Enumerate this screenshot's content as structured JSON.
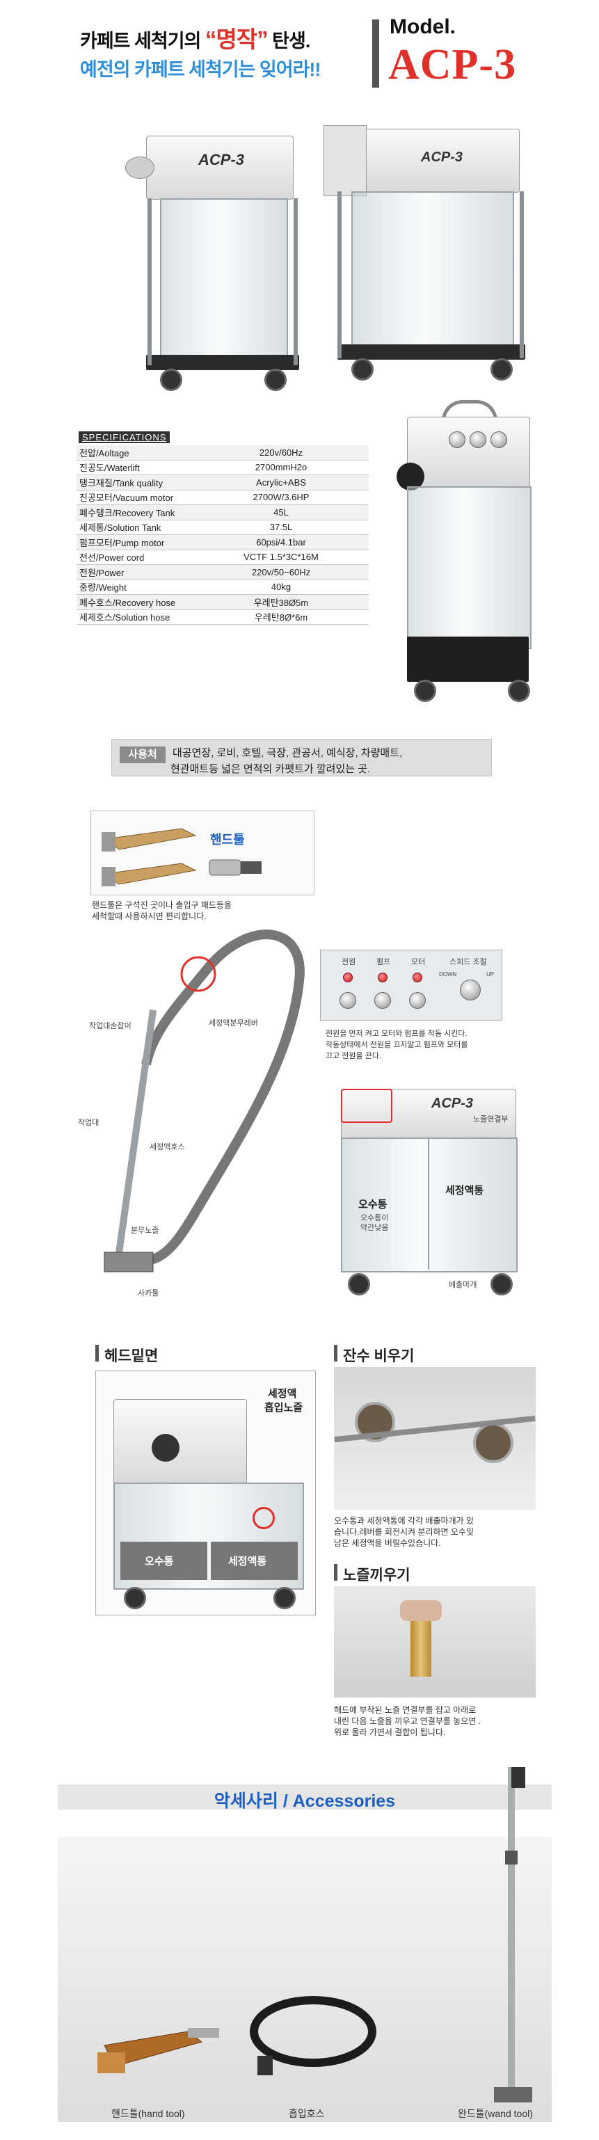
{
  "header": {
    "tagline_prefix": "카페트 세척기의",
    "tagline_highlight": "“명작”",
    "tagline_suffix": "탄생.",
    "tagline_line2": "예전의 카페트 세척기는 잊어라!!",
    "model_label": "Model.",
    "model_name": "ACP-3"
  },
  "machine_label": "ACP-3",
  "specs": {
    "title": "SPECIFICATIONS",
    "rows": [
      {
        "label": "전압/Aoltage",
        "value": "220v/60Hz"
      },
      {
        "label": "진공도/Waterlift",
        "value": "2700mmH2o"
      },
      {
        "label": "탱크재질/Tank   quality",
        "value": "Acrylic+ABS"
      },
      {
        "label": "진공모터/Vacuum   motor",
        "value": "2700W/3.6HP"
      },
      {
        "label": "폐수탱크/Recovery   Tank",
        "value": "45L"
      },
      {
        "label": "세제통/Solution   Tank",
        "value": "37.5L"
      },
      {
        "label": "펌프모터/Pump   motor",
        "value": "60psi/4.1bar"
      },
      {
        "label": "전선/Power cord",
        "value": "VCTF 1.5*3C*16M"
      },
      {
        "label": "전원/Power",
        "value": "220v/50~60Hz"
      },
      {
        "label": "중량/Weight",
        "value": "40kg"
      },
      {
        "label": "폐수호스/Recovery   hose",
        "value": "우레탄38Ø5m"
      },
      {
        "label": "세제호스/Solution   hose",
        "value": "우레탄8Ø*6m"
      }
    ]
  },
  "usage": {
    "tag": "사용처",
    "line1": "대공연장, 로비, 호텔, 극장, 관공서, 예식장, 차량매트,",
    "line2": "현관매트등 넓은 면적의 카펫트가 깔려있는 곳."
  },
  "handtool": {
    "title": "핸드툴",
    "note_line1": "핸드툴은 구석진 곳이나 출입구 패드등을",
    "note_line2": "세척할때 사용하시면 편리합니다."
  },
  "wand_labels": {
    "grip": "작업대손잡이",
    "lever": "세정액분무레버",
    "wand": "작업대",
    "solution_hose": "세정액호스",
    "nozzle": "분무노즐",
    "head": "사카툴"
  },
  "control_panel": {
    "labels": [
      "전원",
      "펌프",
      "모터",
      "스피드 조절"
    ],
    "speed_down": "DOWN",
    "speed_up": "UP",
    "note_line1": "전원을 먼저 켜고 모터와 펌프를 작동 시킨다.",
    "note_line2": "작동상태에서 전원을 끄지말고 펌프와 모터를",
    "note_line3": "끄고 전원을 끈다."
  },
  "machine_parts": {
    "hose_port": "노즐연결부",
    "recovery_tank": "오수통",
    "recovery_note_line1": "오수통이",
    "recovery_note_line2": "약간낮음",
    "solution_tank": "세정액통",
    "drain_cap": "배출마개"
  },
  "head_bottom": {
    "title": "헤드밑면",
    "nozzle_label_line1": "세정액",
    "nozzle_label_line2": "흡입노즐",
    "recovery_tank": "오수통",
    "solution_tank": "세정액통"
  },
  "drain": {
    "title": "잔수 비우기",
    "note_line1": "오수통과 세정액통에 각각 배출마개가 있",
    "note_line2": "습니다.레버를 회전시켜 분리하면 오수및",
    "note_line3": "남은 세정액을 버릴수있습니다."
  },
  "nozzle_fit": {
    "title": "노즐끼우기",
    "note_line1": "헤드에 부착된 노즐 연결부를 잡고 아래로",
    "note_line2": "내린 다음 노즐을 끼우고 연결부를 놓으면 .",
    "note_line3": "위로 올라 가면서 결합이 됩니다."
  },
  "accessories": {
    "title": "악세사리 / Accessories",
    "items": [
      {
        "label": "핸드툴(hand tool)"
      },
      {
        "label": "흡입호스"
      },
      {
        "label": "완드툴(wand tool)"
      }
    ]
  },
  "colors": {
    "accent_red": "#e0302a",
    "accent_blue": "#2f8ed8",
    "accessories_title": "#1d5fbf"
  }
}
